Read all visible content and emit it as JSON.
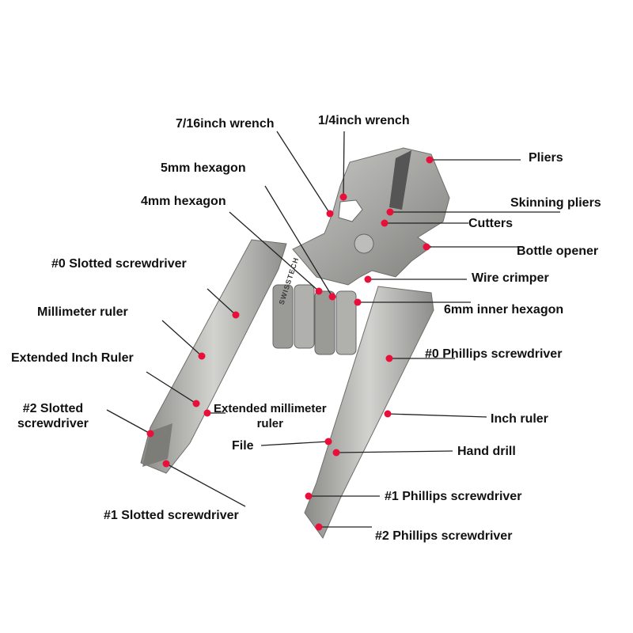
{
  "accent_dot_color": "#e8103a",
  "labels": {
    "wrench_7_16": "7/16inch wrench",
    "wrench_1_4": "1/4inch wrench",
    "hex_5mm": "5mm hexagon",
    "hex_4mm": "4mm hexagon",
    "slotted_0": "#0 Slotted screwdriver",
    "mm_ruler": "Millimeter ruler",
    "ext_inch_ruler": "Extended Inch Ruler",
    "slotted_2_line1": "#2 Slotted",
    "slotted_2_line2": "screwdriver",
    "ext_mm_ruler_line1": "Extended millimeter",
    "ext_mm_ruler_line2": "ruler",
    "file": "File",
    "slotted_1": "#1 Slotted screwdriver",
    "pliers": "Pliers",
    "skinning_pliers": "Skinning pliers",
    "cutters": "Cutters",
    "bottle_opener": "Bottle opener",
    "wire_crimper": "Wire crimper",
    "hex_6mm_inner": "6mm inner hexagon",
    "phillips_0": "#0 Phillips screwdriver",
    "inch_ruler": "Inch ruler",
    "hand_drill": "Hand drill",
    "phillips_1": "#1 Phillips screwdriver",
    "phillips_2": "#2 Phillips screwdriver"
  },
  "brand_engraving": "SWISSTECH"
}
